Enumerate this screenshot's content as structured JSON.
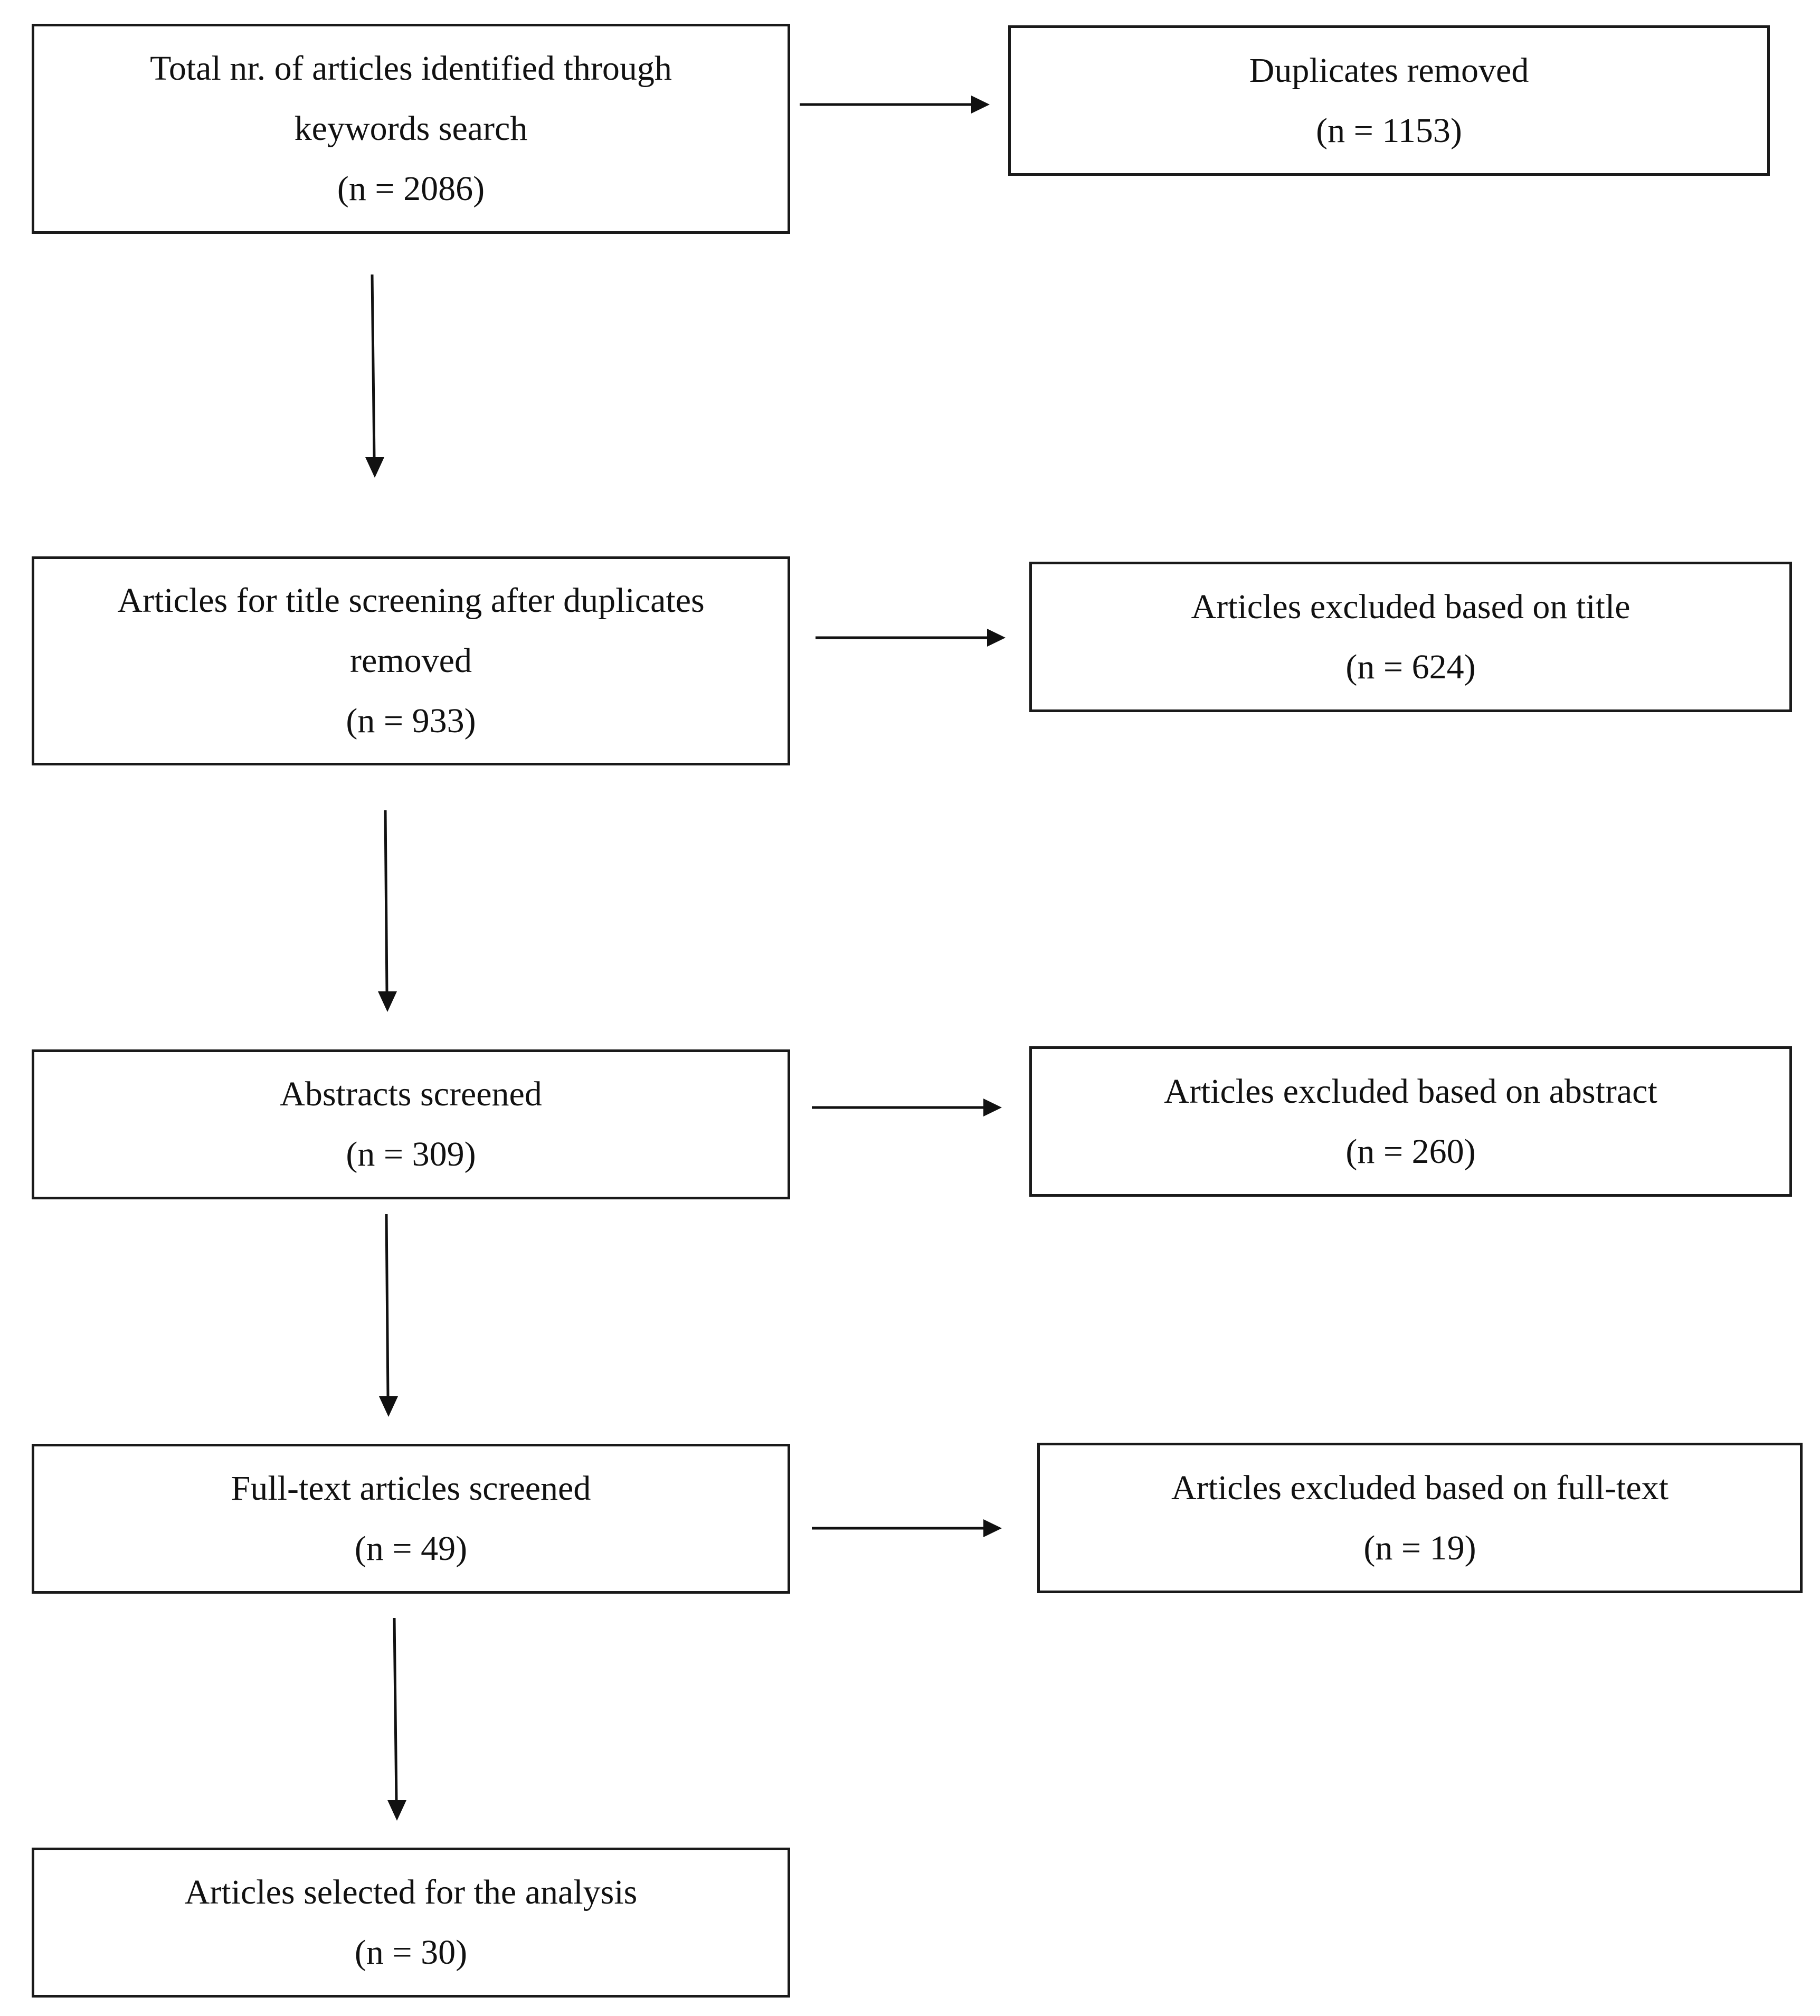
{
  "diagram": {
    "type": "flowchart",
    "nodes": [
      {
        "id": "identified",
        "label": "Total nr. of articles identified through keywords search",
        "count": "(n = 2086)"
      },
      {
        "id": "duplicates",
        "label": "Duplicates removed",
        "count": "(n = 1153)"
      },
      {
        "id": "title_screening",
        "label": "Articles for title screening after duplicates removed",
        "count": "(n = 933)"
      },
      {
        "id": "excluded_title",
        "label": "Articles excluded based on title",
        "count": "(n = 624)"
      },
      {
        "id": "abstracts",
        "label": "Abstracts screened",
        "count": "(n = 309)"
      },
      {
        "id": "excluded_abstract",
        "label": "Articles excluded based on abstract",
        "count": "(n = 260)"
      },
      {
        "id": "fulltext",
        "label": "Full-text articles screened",
        "count": "(n = 49)"
      },
      {
        "id": "excluded_fulltext",
        "label": "Articles excluded based on full-text",
        "count": "(n = 19)"
      },
      {
        "id": "selected",
        "label": "Articles selected for the analysis",
        "count": "(n = 30)"
      }
    ],
    "edges": [
      {
        "from": "identified",
        "to": "duplicates"
      },
      {
        "from": "identified",
        "to": "title_screening"
      },
      {
        "from": "title_screening",
        "to": "excluded_title"
      },
      {
        "from": "title_screening",
        "to": "abstracts"
      },
      {
        "from": "abstracts",
        "to": "excluded_abstract"
      },
      {
        "from": "abstracts",
        "to": "fulltext"
      },
      {
        "from": "fulltext",
        "to": "excluded_fulltext"
      },
      {
        "from": "fulltext",
        "to": "selected"
      }
    ]
  }
}
